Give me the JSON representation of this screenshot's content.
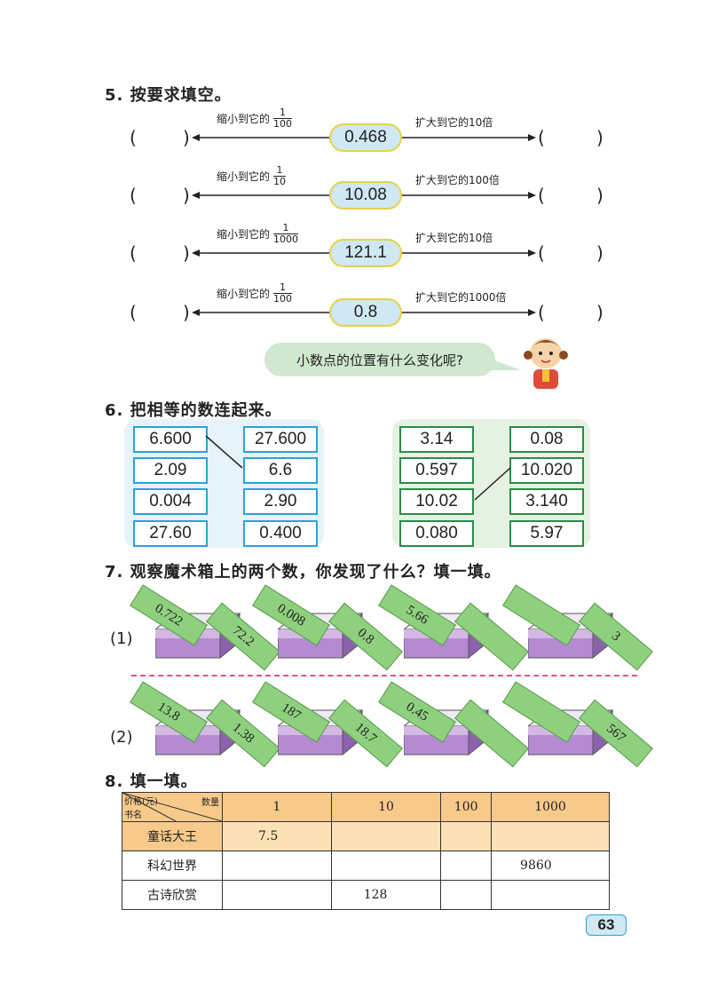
{
  "q5": {
    "title": "5. 按要求填空。",
    "rows": [
      {
        "left_label": "缩小到它的",
        "num": "1",
        "den": "100",
        "value": "0.468",
        "right_label": "扩大到它的10倍"
      },
      {
        "left_label": "缩小到它的",
        "num": "1",
        "den": "10",
        "value": "10.08",
        "right_label": "扩大到它的100倍"
      },
      {
        "left_label": "缩小到它的",
        "num": "1",
        "den": "1000",
        "value": "121.1",
        "right_label": "扩大到它的10倍"
      },
      {
        "left_label": "缩小到它的",
        "num": "1",
        "den": "100",
        "value": "0.8",
        "right_label": "扩大到它的1000倍"
      }
    ],
    "paren_open": "(",
    "paren_close": ")",
    "bubble": "小数点的位置有什么变化呢?"
  },
  "q6": {
    "title": "6. 把相等的数连起来。",
    "a_left": [
      "6.600",
      "2.09",
      "0.004",
      "27.60"
    ],
    "a_right": [
      "27.600",
      "6.6",
      "2.90",
      "0.400"
    ],
    "b_left": [
      "3.14",
      "0.597",
      "10.02",
      "0.080"
    ],
    "b_right": [
      "0.08",
      "10.020",
      "3.140",
      "5.97"
    ]
  },
  "q7": {
    "title": "7. 观察魔术箱上的两个数，你发现了什么？填一填。",
    "row1_label": "(1)",
    "row2_label": "(2)",
    "row1": [
      {
        "in": "0.722",
        "out": "72.2"
      },
      {
        "in": "0.008",
        "out": "0.8"
      },
      {
        "in": "5.66",
        "out": ""
      },
      {
        "in": "",
        "out": "3"
      }
    ],
    "row2": [
      {
        "in": "13.8",
        "out": "1.38"
      },
      {
        "in": "187",
        "out": "18.7"
      },
      {
        "in": "0.45",
        "out": ""
      },
      {
        "in": "",
        "out": "567"
      }
    ]
  },
  "q8": {
    "title": "8. 填一填。",
    "corner_top": "价格(元)",
    "corner_right": "数量",
    "corner_bottom": "书名",
    "cols": [
      "1",
      "10",
      "100",
      "1000"
    ],
    "rows": [
      {
        "name": "童话大王",
        "cells": [
          "7.5",
          "",
          "",
          ""
        ]
      },
      {
        "name": "科幻世界",
        "cells": [
          "",
          "",
          "",
          "9860"
        ]
      },
      {
        "name": "古诗欣赏",
        "cells": [
          "",
          "128",
          "",
          ""
        ]
      }
    ]
  },
  "page_number": "63",
  "colors": {
    "oval": "#cfe8f3",
    "panel_a": "#e7f3fa",
    "panel_b": "#e5f2e2",
    "card": "#8fd07f",
    "box": "#b48ad0",
    "table_header": "#f7c98a",
    "dash": "#e0508a"
  }
}
